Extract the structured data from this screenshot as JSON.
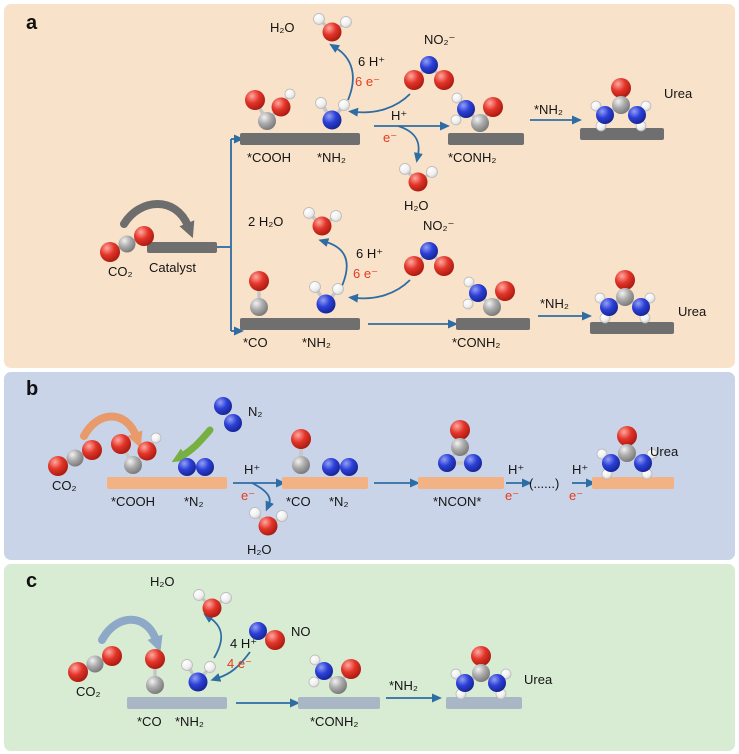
{
  "panel_a": {
    "letter": "a",
    "h2o_top": "H₂O",
    "six_h_top": "6 H⁺",
    "six_e_top": "6 e⁻",
    "no2_top": "NO₂⁻",
    "cooh": "*COOH",
    "nh2_1": "*NH₂",
    "h_mid": "H⁺",
    "e_mid": "e⁻",
    "h2o_mid": "H₂O",
    "conh2_1": "*CONH₂",
    "nh2_step_1": "*NH₂",
    "urea_1": "Urea",
    "co2": "CO₂",
    "catalyst": "Catalyst",
    "two_h2o": "2 H₂O",
    "six_h_bot": "6 H⁺",
    "six_e_bot": "6 e⁻",
    "no2_bot": "NO₂⁻",
    "co": "*CO",
    "nh2_2": "*NH₂",
    "conh2_2": "*CONH₂",
    "nh2_step_2": "*NH₂",
    "urea_2": "Urea"
  },
  "panel_b": {
    "letter": "b",
    "n2": "N₂",
    "co2": "CO₂",
    "cooh": "*COOH",
    "n2_ads_1": "*N₂",
    "h_1": "H⁺",
    "e_1": "e⁻",
    "h2o": "H₂O",
    "co": "*CO",
    "n2_ads_2": "*N₂",
    "ncon": "*NCON*",
    "h_2": "H⁺",
    "e_2": "e⁻",
    "dots": "(......)",
    "h_3": "H⁺",
    "e_3": "e⁻",
    "urea": "Urea"
  },
  "panel_c": {
    "letter": "c",
    "h2o": "H₂O",
    "four_h": "4 H⁺",
    "four_e": "4 e⁻",
    "no": "NO",
    "co2": "CO₂",
    "co": "*CO",
    "nh2": "*NH₂",
    "conh2": "*CONH₂",
    "nh2_step": "*NH₂",
    "urea": "Urea"
  },
  "colors": {
    "panel_a_bg": "#f9e2ca",
    "panel_b_bg": "#c9d4e8",
    "panel_c_bg": "#d8ebd3",
    "surface_gray": "#6f6f6f",
    "surface_orange": "#f2b283",
    "surface_bluegray": "#a8b6c6",
    "arrow_blue": "#2e6da4",
    "arrow_green": "#76b041",
    "arrow_orange": "#e89a6b",
    "arrow_bluegray": "#8ea8c8",
    "electron_text_red": "#e73a1e",
    "atom_oxygen": "#e3352a",
    "atom_nitrogen": "#2c40d8",
    "atom_carbon": "#ababab",
    "atom_hydrogen": "#f4f4f4"
  }
}
